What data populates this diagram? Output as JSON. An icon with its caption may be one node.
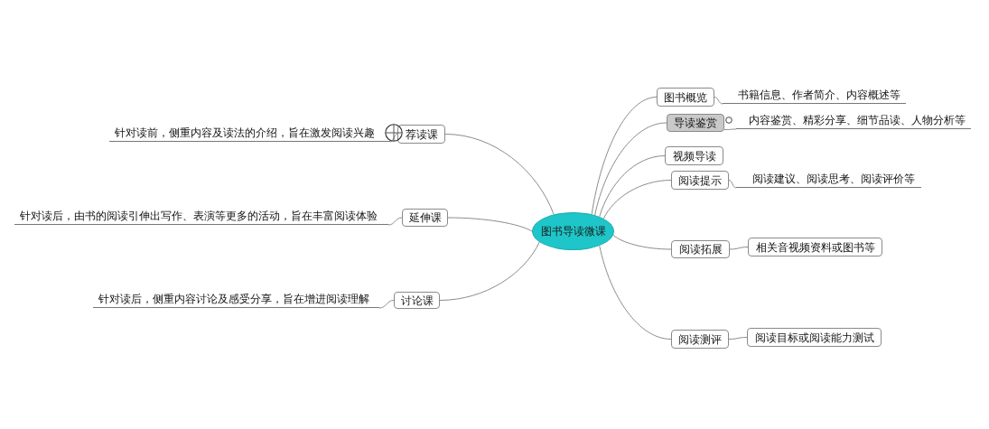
{
  "diagram": {
    "nodes": [
      {
        "text": [
          "图书导读微课"
        ]
      },
      {
        "text": [
          "荐读课"
        ]
      },
      {
        "text": [
          "针对读前，侧重内容及读法的介绍，旨在激发阅读兴趣"
        ]
      },
      {
        "text": [
          "延伸课"
        ]
      },
      {
        "text": [
          "针对读后，由书的阅读引伸出写作、表演等更多的活动，旨在丰富阅读体验"
        ]
      },
      {
        "text": [
          "讨论课"
        ]
      },
      {
        "text": [
          "针对读后，侧重内容讨论及感受分享，旨在增进阅读理解"
        ]
      },
      {
        "text": [
          "图书概览"
        ]
      },
      {
        "text": [
          "书籍信息、作者简介、内容概述等"
        ]
      },
      {
        "text": [
          "导读鉴赏"
        ]
      },
      {
        "text": [
          "内容鉴赏、精彩分享、细节品读、人物分析等"
        ]
      },
      {
        "text": [
          "视频导读"
        ]
      },
      {
        "text": [
          "阅读提示"
        ]
      },
      {
        "text": [
          "阅读建议、阅读思考、阅读评价等"
        ]
      },
      {
        "text": [
          "阅读拓展"
        ]
      },
      {
        "text": [
          "相关音视频资料或图书等"
        ]
      },
      {
        "text": [
          "阅读测评"
        ]
      },
      {
        "text": [
          "阅读目标或阅读能力测试"
        ]
      }
    ],
    "edges": [
      {
        "from": 0,
        "to": 1,
        "arrow": "none"
      },
      {
        "from": 1,
        "to": 2,
        "arrow": "none"
      },
      {
        "from": 0,
        "to": 3,
        "arrow": "none"
      },
      {
        "from": 3,
        "to": 4,
        "arrow": "none"
      },
      {
        "from": 0,
        "to": 5,
        "arrow": "none"
      },
      {
        "from": 5,
        "to": 6,
        "arrow": "none"
      },
      {
        "from": 0,
        "to": 7,
        "arrow": "none"
      },
      {
        "from": 7,
        "to": 8,
        "arrow": "none"
      },
      {
        "from": 0,
        "to": 9,
        "arrow": "none"
      },
      {
        "from": 9,
        "to": 10,
        "arrow": "none"
      },
      {
        "from": 0,
        "to": 11,
        "arrow": "none"
      },
      {
        "from": 0,
        "to": 12,
        "arrow": "none"
      },
      {
        "from": 12,
        "to": 13,
        "arrow": "none"
      },
      {
        "from": 0,
        "to": 14,
        "arrow": "none"
      },
      {
        "from": 14,
        "to": 15,
        "arrow": "none"
      },
      {
        "from": 0,
        "to": 16,
        "arrow": "none"
      },
      {
        "from": 16,
        "to": 17,
        "arrow": "none"
      }
    ]
  }
}
